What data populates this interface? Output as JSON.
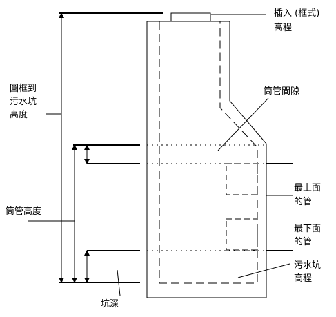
{
  "labels": {
    "insert_level": [
      "插入 (框式)",
      "高程"
    ],
    "frame_to_pit_height": [
      "圓框到",
      "污水坑",
      "高度"
    ],
    "pipe_spacing": [
      "筒管間隙"
    ],
    "top_pipe": [
      "最上面",
      "的管"
    ],
    "bottom_pipe": [
      "最下面",
      "的管"
    ],
    "pipe_height": [
      "筒管高度"
    ],
    "pit_level": [
      "污水坑",
      "高程"
    ],
    "pit_depth": [
      "坑深"
    ]
  }
}
